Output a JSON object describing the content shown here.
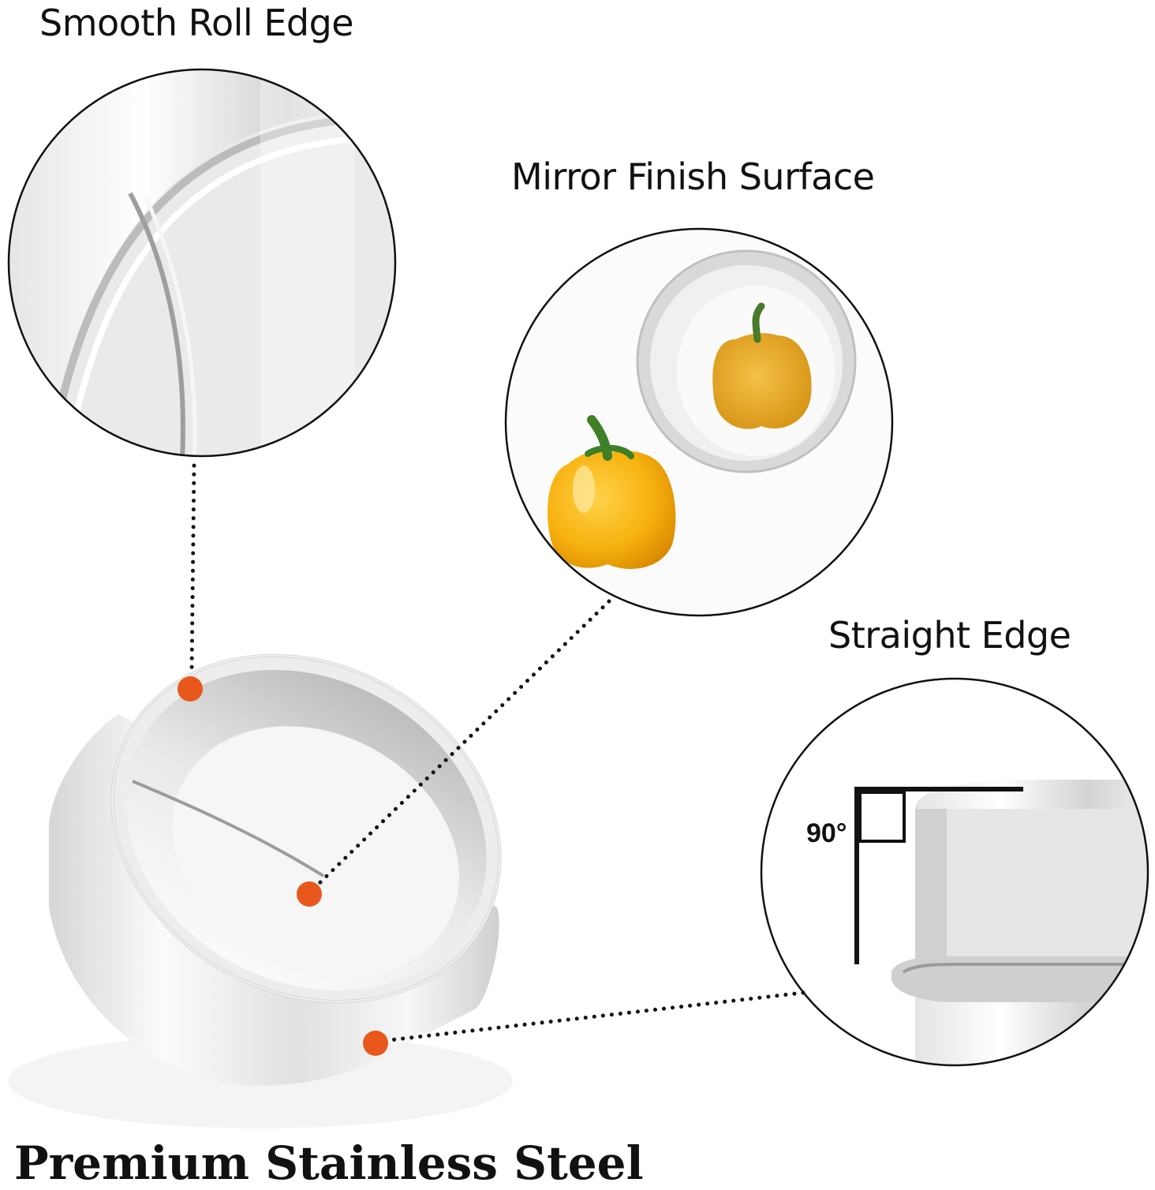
{
  "features": {
    "smooth_roll_edge": "Smooth Roll Edge",
    "mirror_finish_surface": "Mirror Finish Surface",
    "straight_edge": "Straight Edge"
  },
  "angle_marker": "90°",
  "footer": {
    "title": "Premium Stainless Steel"
  },
  "colors": {
    "callout_dot": "#e8571b",
    "outline": "#111111",
    "steel_light": "#f4f4f4",
    "steel_mid": "#c9c9c9",
    "pepper": "#f7b20f"
  }
}
